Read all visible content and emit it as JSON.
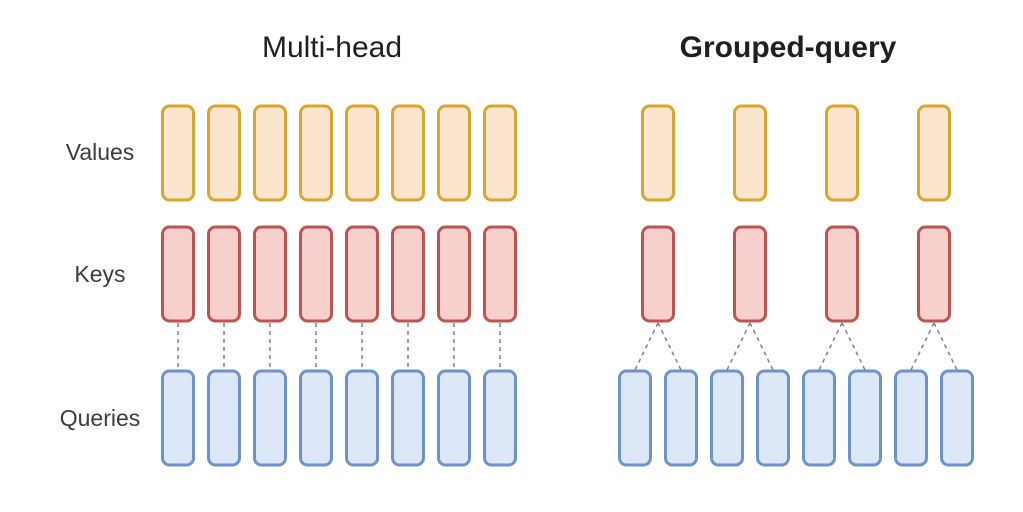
{
  "figure": {
    "kind": "attention-head-sharing-comparison",
    "rows": [
      {
        "label": "Values"
      },
      {
        "label": "Keys"
      },
      {
        "label": "Queries"
      }
    ],
    "diagrams": [
      {
        "id": "multi-head",
        "title": "Multi-head",
        "title_bold": false,
        "num_value_boxes": 8,
        "num_key_boxes": 8,
        "num_query_boxes": 8,
        "queries_per_key": 1
      },
      {
        "id": "grouped-query",
        "title": "Grouped-query",
        "title_bold": true,
        "num_value_boxes": 4,
        "num_key_boxes": 4,
        "num_query_boxes": 8,
        "queries_per_key": 2
      }
    ],
    "connector": {
      "style": "dashed",
      "connects": "key-bottom-to-query-top"
    }
  },
  "colors": {
    "values_fill": "#FBE5CE",
    "values_stroke": "#D8A62E",
    "keys_fill": "#F7CFCC",
    "keys_stroke": "#BC5451",
    "queries_fill": "#DCE8F8",
    "queries_stroke": "#6E93C7",
    "connector": "#808080",
    "title_text": "#1F1F1F",
    "label_text": "#3C3C3C",
    "background": "#FFFFFF"
  }
}
